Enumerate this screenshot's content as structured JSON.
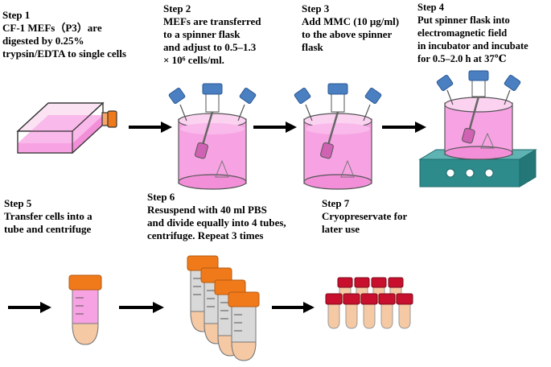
{
  "steps": [
    {
      "title": "Step 1",
      "lines": [
        "CF-1 MEFs（P3）are",
        "digested by 0.25%",
        "trypsin/EDTA to single cells"
      ]
    },
    {
      "title": "Step 2",
      "lines": [
        "MEFs are transferred",
        "to a spinner flask",
        "and adjust to 0.5–1.3",
        "× 10⁶ cells/ml."
      ]
    },
    {
      "title": "Step 3",
      "lines": [
        "Add MMC (10 μg/ml)",
        "to the above spinner",
        "flask"
      ]
    },
    {
      "title": "Step 4",
      "lines": [
        "Put spinner flask into",
        "electromagnetic field",
        "in incubator and incubate",
        "for 0.5–2.0 h at 37℃"
      ]
    },
    {
      "title": "Step 5",
      "lines": [
        "Transfer cells into a",
        "tube and centrifuge"
      ]
    },
    {
      "title": "Step 6",
      "lines": [
        "Resuspend with 40 ml PBS",
        "and divide equally into 4 tubes,",
        "centrifuge. Repeat 3 times"
      ]
    },
    {
      "title": "Step 7",
      "lines": [
        "Cryopreservate for",
        "later use"
      ]
    }
  ],
  "colors": {
    "medium_pink": "#f28fd8",
    "flask_pink": "#f7a3e3",
    "cap_blue": "#4a7fc1",
    "tube_cap_orange": "#f07a1a",
    "tube_body": "#d9d9d9",
    "cryo_cap_red": "#c8102e",
    "cryo_body": "#f6c9a5",
    "platform_teal": "#2e8b8b",
    "arrow": "#000000"
  },
  "icons": [
    "culture-flask-icon",
    "spinner-flask-icon",
    "magnetic-stirrer-icon",
    "centrifuge-tube-icon",
    "cryovial-icon",
    "arrow-icon"
  ]
}
